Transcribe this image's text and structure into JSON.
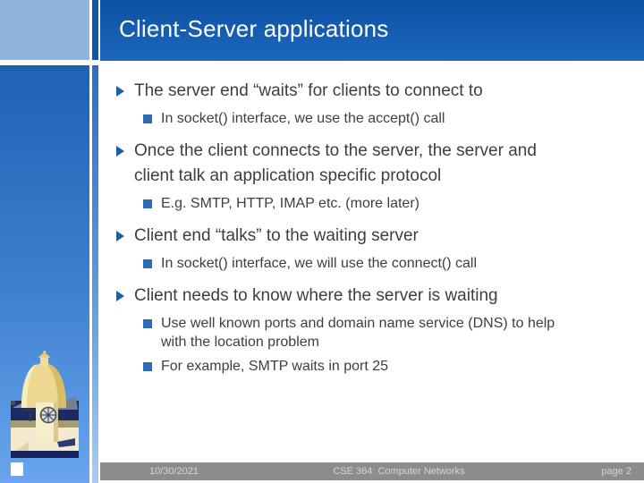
{
  "slide": {
    "title": "Client-Server applications",
    "bullets": [
      {
        "level": 1,
        "text": "The server end “waits” for clients to connect to"
      },
      {
        "level": 2,
        "text": "In socket() interface, we use the accept() call"
      },
      {
        "level": 1,
        "text": "Once the client connects to the server, the server and client talk an application specific protocol"
      },
      {
        "level": 2,
        "text": "E.g. SMTP, HTTP, IMAP etc. (more later)"
      },
      {
        "level": 1,
        "text": "Client end “talks” to the waiting server"
      },
      {
        "level": 2,
        "text": "In socket() interface, we will use the connect() call"
      },
      {
        "level": 1,
        "text": "Client needs to know where the server is waiting"
      },
      {
        "level": 2,
        "text": "Use well known ports and domain name service (DNS) to help with the location problem"
      },
      {
        "level": 2,
        "text": "For example, SMTP waits in port 25"
      }
    ],
    "footer": {
      "date": "10/30/2021",
      "course": "CSE 364: Computer Networks",
      "page": "page 2"
    },
    "icons": {
      "level1_marker": "triangle-right-icon",
      "level2_marker": "square-bullet-icon",
      "sidebar_art": "golden-dome-illustration"
    },
    "colors": {
      "title_bar_top": "#0c51a3",
      "title_bar_bottom": "#1d68be",
      "title_text": "#ffffff",
      "sidebar_light_block": "#8fb3da",
      "sidebar_gradient_top": "#1d62b3",
      "sidebar_gradient_bottom": "#6aa5ee",
      "strip_dark_block": "#0e55a7",
      "bullet_triangle": "#1e5fa6",
      "bullet_square": "#2d6db5",
      "body_text": "#3e3e3e",
      "footer_background": "#8c8c8c",
      "footer_text": "#d6d6d6",
      "dome_gold": "#eed891",
      "dome_navy": "#1c2a66"
    }
  }
}
